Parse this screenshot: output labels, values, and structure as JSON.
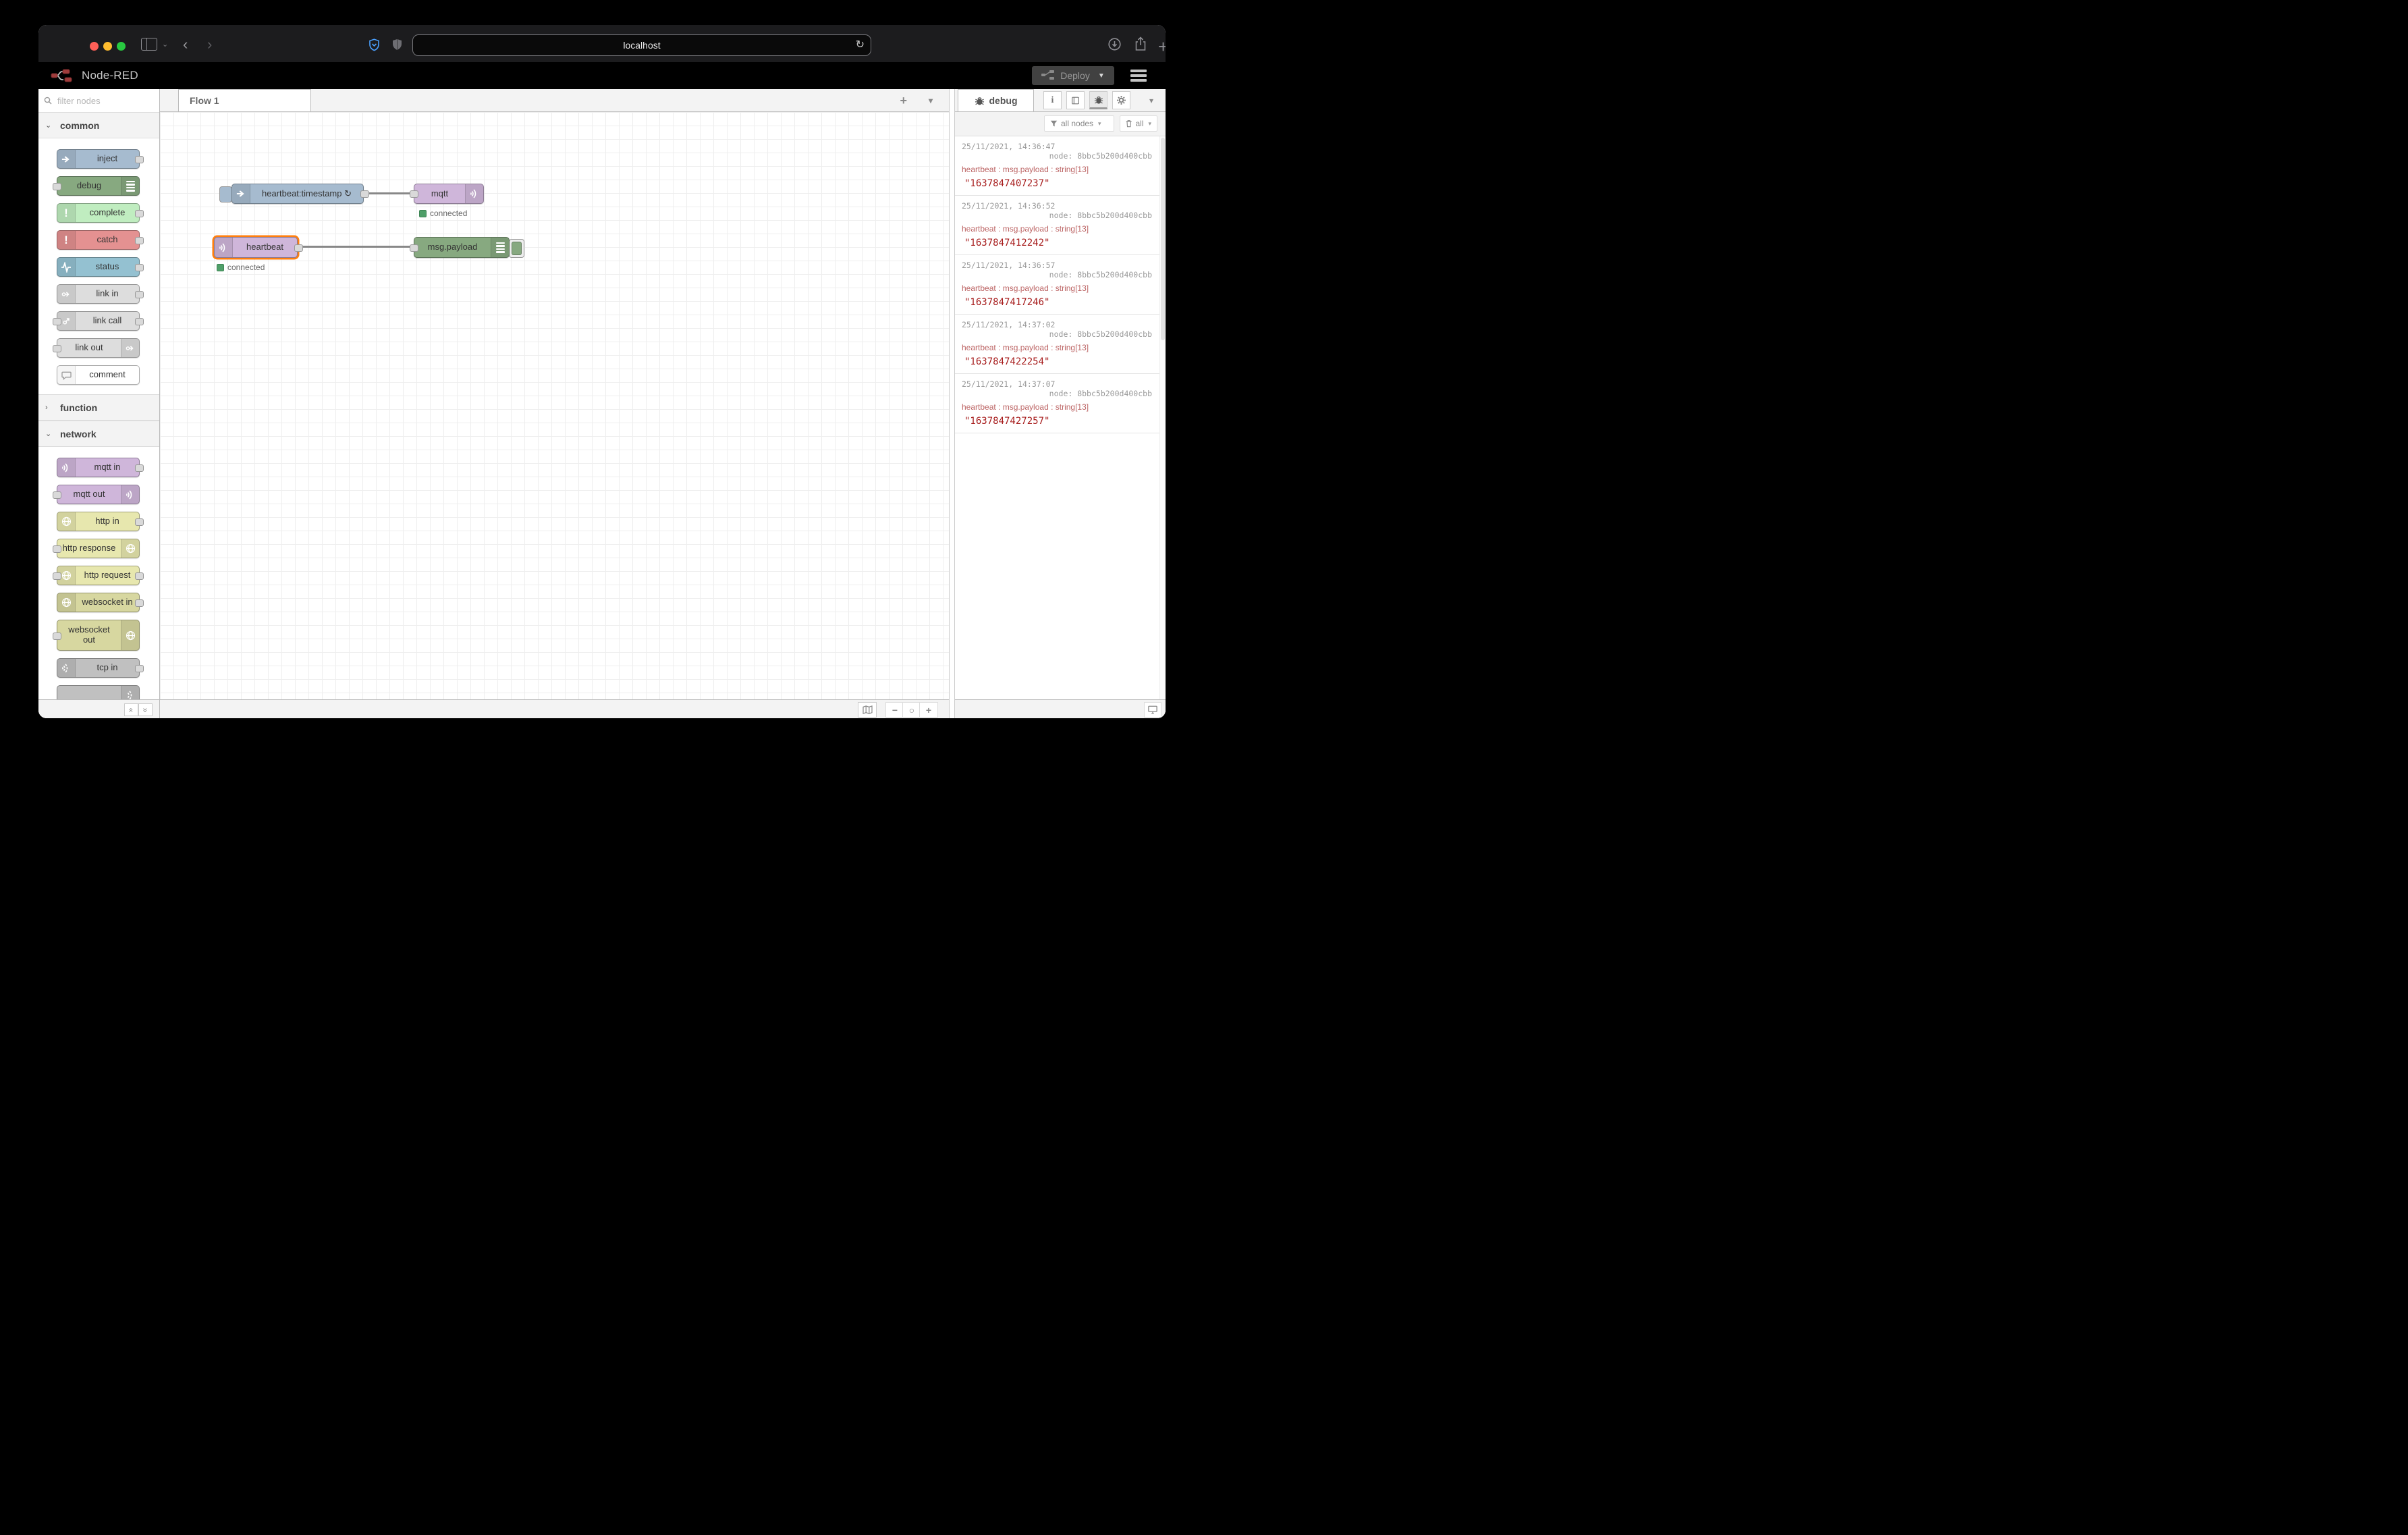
{
  "browser": {
    "url": "localhost",
    "reload_glyph": "↻",
    "nav": {
      "back_glyph": "‹",
      "forward_glyph": "›",
      "tabs_chevron": "⌄"
    }
  },
  "header": {
    "app_title": "Node-RED",
    "deploy_label": "Deploy",
    "deploy_chevron": "▼"
  },
  "palette": {
    "filter_placeholder": "filter nodes",
    "sections": {
      "common": {
        "label": "common",
        "chevron": "⌄"
      },
      "function": {
        "label": "function",
        "chevron": "›"
      },
      "network": {
        "label": "network",
        "chevron": "⌄"
      }
    },
    "common_nodes": [
      {
        "label": "inject"
      },
      {
        "label": "debug"
      },
      {
        "label": "complete"
      },
      {
        "label": "catch"
      },
      {
        "label": "status"
      },
      {
        "label": "link in"
      },
      {
        "label": "link call"
      },
      {
        "label": "link out"
      },
      {
        "label": "comment"
      }
    ],
    "network_nodes": [
      {
        "label": "mqtt in"
      },
      {
        "label": "mqtt out"
      },
      {
        "label": "http in"
      },
      {
        "label": "http response"
      },
      {
        "label": "http request"
      },
      {
        "label": "websocket in"
      },
      {
        "label": "websocket out"
      },
      {
        "label": "tcp in"
      }
    ],
    "icon_exclaim": "!"
  },
  "workspace": {
    "tab_label": "Flow 1",
    "add_tab_glyph": "+",
    "tab_list_chevron": "▾",
    "nodes": {
      "inject": {
        "label": "heartbeat:timestamp ↻"
      },
      "mqtt_out": {
        "label": "mqtt",
        "status": "connected"
      },
      "mqtt_in": {
        "label": "heartbeat",
        "status": "connected"
      },
      "debug": {
        "label": "msg.payload"
      }
    },
    "zoom_controls": {
      "minus": "−",
      "reset": "○",
      "plus": "+"
    }
  },
  "debug_panel": {
    "tab_label": "debug",
    "filter_label": "all nodes",
    "clear_label": "all",
    "caret": "▾",
    "header_chevron": "▾",
    "info_glyph": "i",
    "messages": [
      {
        "time": "25/11/2021, 14:36:47",
        "node": "node: 8bbc5b200d400cbb",
        "meta": "heartbeat : msg.payload : string[13]",
        "value": "\"1637847407237\""
      },
      {
        "time": "25/11/2021, 14:36:52",
        "node": "node: 8bbc5b200d400cbb",
        "meta": "heartbeat : msg.payload : string[13]",
        "value": "\"1637847412242\""
      },
      {
        "time": "25/11/2021, 14:36:57",
        "node": "node: 8bbc5b200d400cbb",
        "meta": "heartbeat : msg.payload : string[13]",
        "value": "\"1637847417246\""
      },
      {
        "time": "25/11/2021, 14:37:02",
        "node": "node: 8bbc5b200d400cbb",
        "meta": "heartbeat : msg.payload : string[13]",
        "value": "\"1637847422254\""
      },
      {
        "time": "25/11/2021, 14:37:07",
        "node": "node: 8bbc5b200d400cbb",
        "meta": "heartbeat : msg.payload : string[13]",
        "value": "\"1637847427257\""
      }
    ],
    "colors": {
      "status_green": "#4f9f69",
      "value_red": "#a71d1d",
      "selection_orange": "#ff7f0e"
    }
  }
}
